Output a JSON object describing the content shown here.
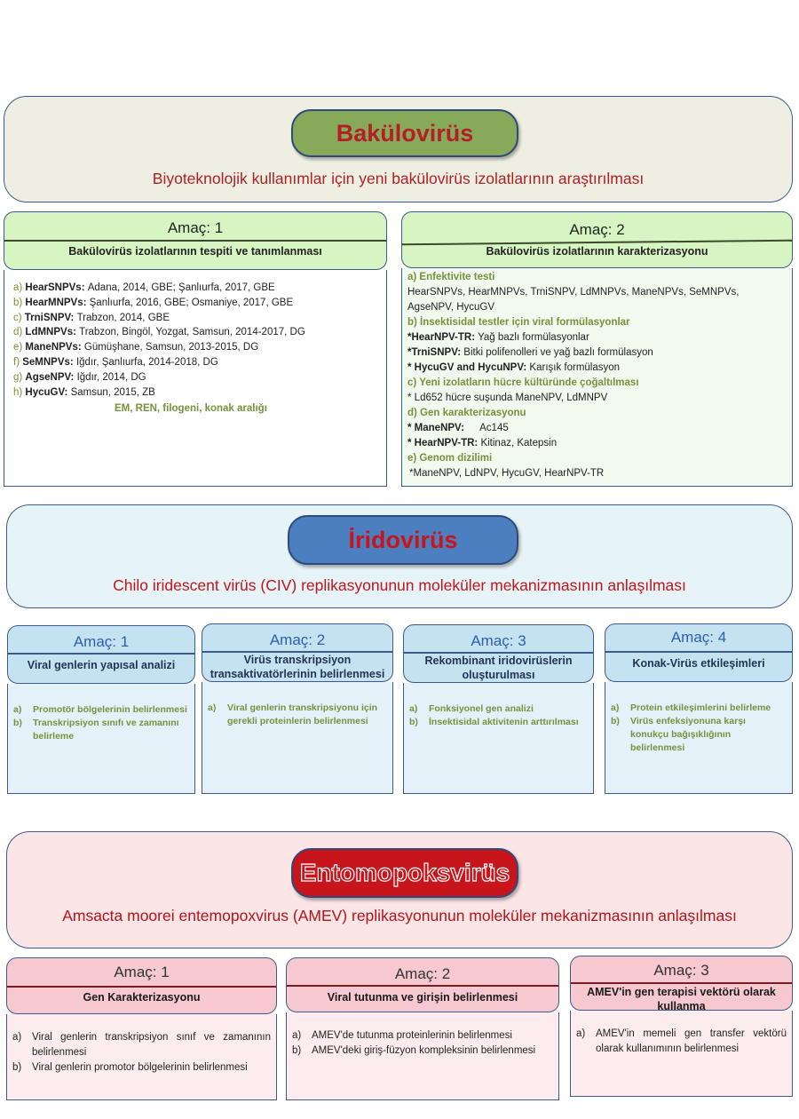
{
  "baculo": {
    "pill": "Bakülovirüs",
    "subtitle": "Biyoteknolojik kullanımlar için yeni bakülovirüs izolatlarının araştırılması",
    "goal1": {
      "num": "Amaç: 1",
      "title": "Bakülovirüs izolatlarının tespiti ve tanımlanması",
      "items": [
        {
          "letter": "a)",
          "name": "HearSNPVs:",
          "text": "Adana, 2014, GBE; Şanlıurfa, 2017, GBE"
        },
        {
          "letter": "b)",
          "name": "HearMNPVs:",
          "text": "Şanlıurfa, 2016, GBE; Osmaniye, 2017, GBE"
        },
        {
          "letter": "c)",
          "name": "TrniSNPV:",
          "text": "Trabzon, 2014, GBE"
        },
        {
          "letter": "d)",
          "name": "LdMNPVs:",
          "text": "Trabzon, Bingöl, Yozgat, Samsun, 2014-2017, DG"
        },
        {
          "letter": "e)",
          "name": "ManeNPVs:",
          "text": "Gümüşhane, Samsun, 2013-2015, DG"
        },
        {
          "letter": "f)",
          "name": "SeMNPVs:",
          "text": "Iğdır, Şanlıurfa, 2014-2018, DG"
        },
        {
          "letter": "g)",
          "name": "AgseNPV:",
          "text": "Iğdır, 2014, DG"
        },
        {
          "letter": "h)",
          "name": "HycuGV:",
          "text": "Samsun, 2015, ZB"
        }
      ],
      "footer": "EM, REN, filogeni, konak aralığı"
    },
    "goal2": {
      "num": "Amaç: 2",
      "title": "Bakülovirüs izolatlarının karakterizasyonu",
      "a_head": "a) Enfektivite testi",
      "a_line1": "HearSNPVs, HearMNPVs, TrniSNPV, LdMNPVs, ManeNPVs, SeMNPVs,",
      "a_line2": "AgseNPV, HycuGV",
      "b_head": "b) İnsektisidal testler için viral formülasyonlar",
      "b1_name": "*HearNPV-TR:",
      "b1_text": "Yağ bazlı formülasyonlar",
      "b2_name": "*TrniSNPV:",
      "b2_text": "Bitki polifenolleri ve yağ bazlı formülasyon",
      "b3_name": "* HycuGV and HycuNPV:",
      "b3_text": "Karışık formülasyon",
      "c_head": "c) Yeni izolatların hücre kültüründe çoğaltılması",
      "c1": "* Ld652 hücre suşunda ManeNPV, LdMNPV",
      "d_head": "d) Gen karakterizasyonu",
      "d1_name": "* ManeNPV:",
      "d1_text": "Ac145",
      "d2_name": "* HearNPV-TR:",
      "d2_text": "Kitinaz, Katepsin",
      "e_head": "e) Genom dizilimi",
      "e1": "*ManeNPV, LdNPV, HycuGV, HearNPV-TR"
    }
  },
  "irido": {
    "pill": "İridovirüs",
    "subtitle": "Chilo iridescent virüs (CIV) replikasyonunun moleküler mekanizmasının anlaşılması",
    "goals": [
      {
        "num": "Amaç: 1",
        "title": "Viral genlerin yapısal analizi",
        "items": [
          {
            "l": "a)",
            "t": "Promotör bölgelerinin belirlenmesi"
          },
          {
            "l": "b)",
            "t": "Transkripsiyon sınıfı ve zamanını belirleme"
          }
        ]
      },
      {
        "num": "Amaç: 2",
        "title": "Virüs transkripsiyon transaktivatörlerinin belirlenmesi",
        "items": [
          {
            "l": "a)",
            "t": "Viral genlerin transkripsiyonu için gerekli proteinlerin belirlenmesi"
          }
        ]
      },
      {
        "num": "Amaç: 3",
        "title": "Rekombinant iridovirüslerin oluşturulması",
        "items": [
          {
            "l": "a)",
            "t": "Fonksiyonel gen analizi"
          },
          {
            "l": "b)",
            "t": "İnsektisidal aktivitenin arttırılması"
          }
        ]
      },
      {
        "num": "Amaç: 4",
        "title": "Konak-Virüs etkileşimleri",
        "items": [
          {
            "l": "a)",
            "t": "Protein etkileşimlerini belirleme"
          },
          {
            "l": "b)",
            "t": "Virüs enfeksiyonuna karşı konukçu bağışıklığının belirlenmesi"
          }
        ]
      }
    ]
  },
  "ento": {
    "pill": "Entomopoksvirüs",
    "subtitle": "Amsacta moorei entemopoxvirus (AMEV) replikasyonunun moleküler mekanizmasının anlaşılması",
    "goals": [
      {
        "num": "Amaç: 1",
        "title": "Gen Karakterizasyonu",
        "items": [
          {
            "l": "a)",
            "t": "Viral genlerin transkripsiyon sınıf ve zamanının belirlenmesi"
          },
          {
            "l": "b)",
            "t": "Viral genlerin promotor bölgelerinin belirlenmesi"
          }
        ]
      },
      {
        "num": "Amaç: 2",
        "title": "Viral tutunma ve girişin belirlenmesi",
        "items": [
          {
            "l": "a)",
            "t": "AMEV'de tutunma proteinlerinin belirlenmesi"
          },
          {
            "l": "b)",
            "t": "AMEV'deki giriş-füzyon kompleksinin belirlenmesi"
          }
        ]
      },
      {
        "num": "Amaç: 3",
        "title": "AMEV'in gen terapisi vektörü olarak kullanma",
        "items": [
          {
            "l": "a)",
            "t": "AMEV'in memeli gen transfer vektörü olarak kullanımının belirlenmesi"
          }
        ]
      }
    ]
  },
  "colors": {
    "baculo_bg": "#eeefe2",
    "baculo_pill": "#86a95a",
    "baculo_text": "#b11f24",
    "baculo_goal_bg": "#d7f5c2",
    "baculo_body_bg": "#f2faf0",
    "irido_bg": "#e6f3f7",
    "irido_pill": "#4c7fc0",
    "irido_text": "#c0151c",
    "irido_goal_bg": "#c4e2ef",
    "irido_body_bg": "#e4f1f8",
    "ento_bg": "#fbe5e5",
    "ento_pill": "#c8141b",
    "ento_text": "#b3141d",
    "ento_goal_bg": "#f6c8cf",
    "ento_body_bg": "#fcecee"
  }
}
